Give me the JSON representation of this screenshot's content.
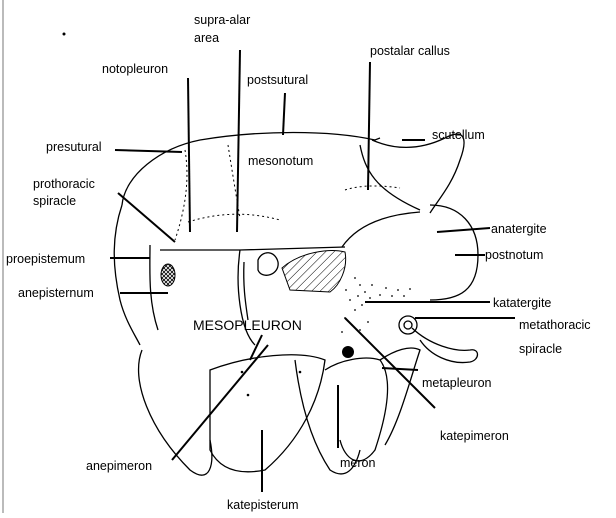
{
  "labels": {
    "supra_alar_line1": "supra-alar",
    "supra_alar_line2": "area",
    "notopleuron": "notopleuron",
    "postalar_callus": "postalar callus",
    "postsutural": "postsutural",
    "presutural": "presutural",
    "scutellum": "scutellum",
    "mesonotum": "mesonotum",
    "prothoracic_line1": "prothoracic",
    "prothoracic_line2": "spiracle",
    "anatergite": "anatergite",
    "proepisternum": "proepistemum",
    "postnotum": "postnotum",
    "anepisternum": "anepisternum",
    "katatergite": "katatergite",
    "mesopleuron": "MESOPLEURON",
    "metathoracic_line1": "metathoracic",
    "metathoracic_line2": "spiracle",
    "metapleuron": "metapleuron",
    "katepimeron": "katepimeron",
    "anepimeron": "anepimeron",
    "meron": "meron",
    "katepisterum": "katepisterum"
  },
  "colors": {
    "ink": "#000000",
    "background": "#ffffff",
    "left_border": "#bbbbbb"
  }
}
